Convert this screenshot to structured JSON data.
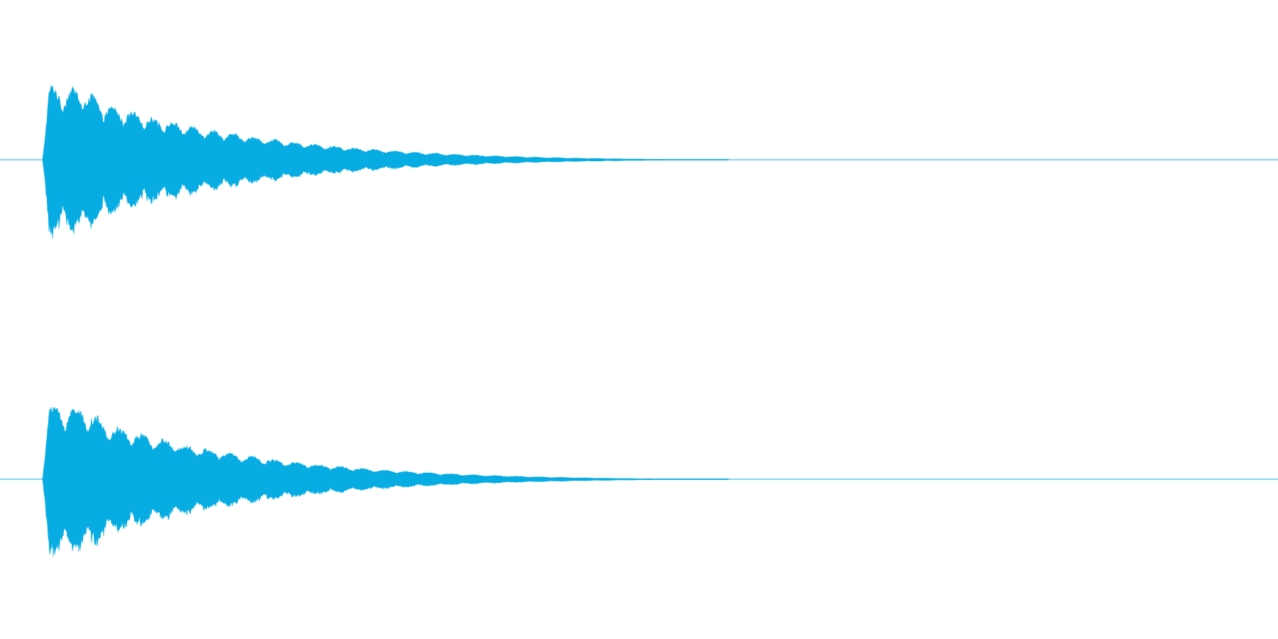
{
  "waveform": {
    "color": "#06ace2",
    "background": "#ffffff",
    "channels": [
      {
        "name": "left",
        "duration_fraction": 0.57,
        "peak": 0.98,
        "decay": 2.4,
        "swell_count": 34
      },
      {
        "name": "right",
        "duration_fraction": 0.57,
        "peak": 1.0,
        "decay": 2.5,
        "swell_count": 31
      }
    ]
  }
}
